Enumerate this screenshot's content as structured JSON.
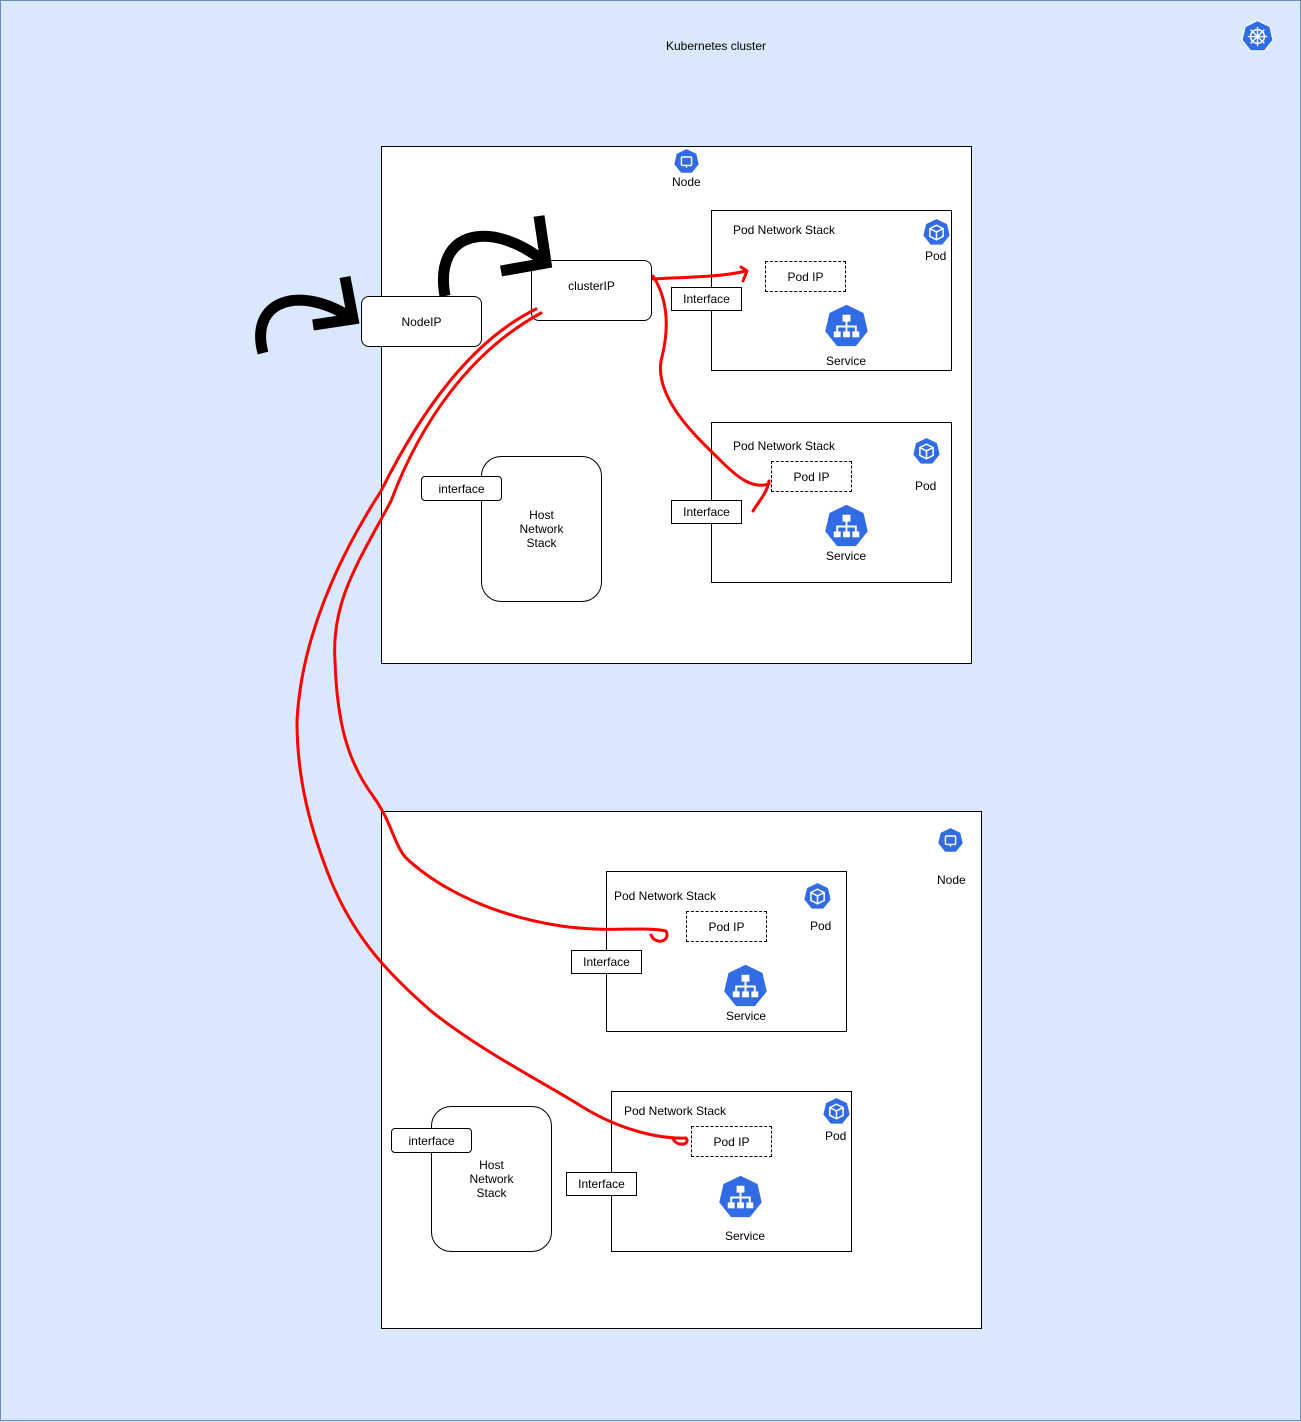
{
  "cluster": {
    "title": "Kubernetes cluster",
    "icon": "kubernetes-helm-icon"
  },
  "node1": {
    "label": "Node",
    "nodeip": "NodeIP",
    "clusterip": "clusterIP",
    "host": {
      "interface": "interface",
      "label": "Host\nNetwork\nStack"
    },
    "pods": [
      {
        "stack": "Pod Network Stack",
        "pod": "Pod",
        "podip": "Pod IP",
        "interface": "Interface",
        "service": "Service"
      },
      {
        "stack": "Pod Network Stack",
        "pod": "Pod",
        "podip": "Pod IP",
        "interface": "Interface",
        "service": "Service"
      }
    ]
  },
  "node2": {
    "label": "Node",
    "host": {
      "interface": "interface",
      "label": "Host\nNetwork\nStack"
    },
    "pods": [
      {
        "stack": "Pod Network Stack",
        "pod": "Pod",
        "podip": "Pod IP",
        "interface": "Interface",
        "service": "Service"
      },
      {
        "stack": "Pod Network Stack",
        "pod": "Pod",
        "podip": "Pod IP",
        "interface": "Interface",
        "service": "Service"
      }
    ]
  },
  "colors": {
    "background": "#dae8fc",
    "border": "#6c8ebf",
    "k8s_blue": "#326ce5",
    "arrow_red": "#ff0000",
    "arrow_black": "#000000"
  }
}
